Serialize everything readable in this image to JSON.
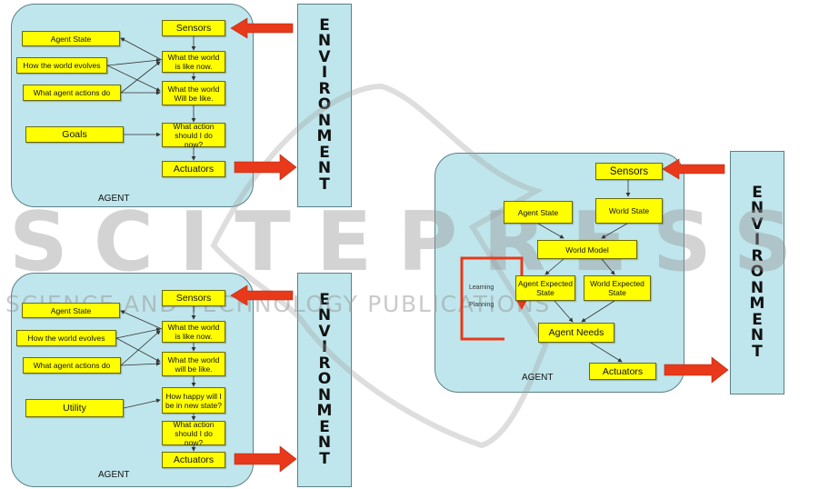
{
  "environment_letters": [
    "E",
    "N",
    "V",
    "I",
    "R",
    "O",
    "N",
    "M",
    "E",
    "N",
    "T"
  ],
  "colors": {
    "panel": "#bfe6ec",
    "box": "#ffff00",
    "arrow": "#e8391a",
    "loop": "#e8391a"
  },
  "diagram1": {
    "agent_label": "AGENT",
    "sensors": "Sensors",
    "agent_state": "Agent State",
    "world_evolves": "How the world evolves",
    "actions_do": "What agent actions do",
    "goals": "Goals",
    "world_now": "What the world is like now.",
    "world_will": "What the world Will be like.",
    "action_should": "What action should I do now?",
    "actuators": "Actuators"
  },
  "diagram2": {
    "agent_label": "AGENT",
    "sensors": "Sensors",
    "agent_state": "Agent State",
    "world_evolves": "How the world evolves",
    "actions_do": "What agent actions do",
    "utility": "Utility",
    "world_now": "What the world is like now.",
    "world_will": "What the world will be like.",
    "how_happy": "How happy will I be in new state?",
    "action_should": "What action should I do now?",
    "actuators": "Actuators"
  },
  "diagram3": {
    "agent_label": "AGENT",
    "sensors": "Sensors",
    "agent_state": "Agent State",
    "world_state": "World State",
    "world_model": "World Model",
    "agent_expected": "Agent Expected State",
    "world_expected": "World Expected State",
    "agent_needs": "Agent Needs",
    "actuators": "Actuators",
    "learning": "Learning",
    "planning": "Planning"
  },
  "watermark": {
    "main": "SCITEPRESS",
    "sub": "SCIENCE AND TECHNOLOGY PUBLICATIONS"
  }
}
